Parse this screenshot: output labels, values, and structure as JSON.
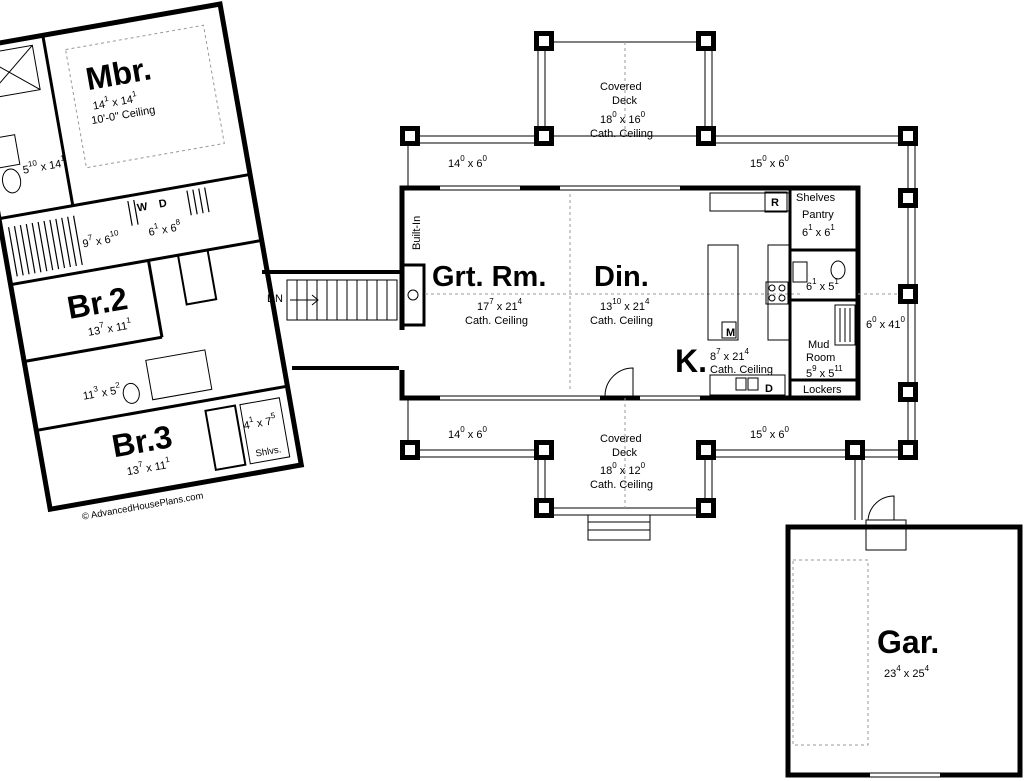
{
  "rooms": {
    "mbr": {
      "name": "Mbr.",
      "w": "14",
      "w_in": "1",
      "d": "14",
      "d_in": "1",
      "note": "10'-0\" Ceiling"
    },
    "mbath": {
      "w": "5",
      "w_in": "10",
      "d": "14",
      "d_in": "1"
    },
    "wic1": {
      "w": "9",
      "w_in": "7",
      "d": "6",
      "d_in": "10"
    },
    "wic2": {
      "w": "6",
      "w_in": "1",
      "d": "6",
      "d_in": "8"
    },
    "washer": "W",
    "dryer": "D",
    "br2": {
      "name": "Br.2",
      "w": "13",
      "w_in": "7",
      "d": "11",
      "d_in": "1"
    },
    "bath2": {
      "w": "11",
      "w_in": "3",
      "d": "5",
      "d_in": "2"
    },
    "br3": {
      "name": "Br.3",
      "w": "13",
      "w_in": "7",
      "d": "11",
      "d_in": "1"
    },
    "closet3": {
      "w": "4",
      "w_in": "1",
      "d": "7",
      "d_in": "5"
    },
    "shelves3": "Shlvs.",
    "stair_dn": "DN",
    "builtin": "Built-In",
    "grt": {
      "name": "Grt. Rm.",
      "w": "17",
      "w_in": "7",
      "d": "21",
      "d_in": "4",
      "note": "Cath. Ceiling"
    },
    "din": {
      "name": "Din.",
      "w": "13",
      "w_in": "10",
      "d": "21",
      "d_in": "4",
      "note": "Cath. Ceiling"
    },
    "kit": {
      "name": "K.",
      "w": "8",
      "w_in": "7",
      "d": "21",
      "d_in": "4",
      "note": "Cath. Ceiling"
    },
    "microwave": "M",
    "dishwasher": "D",
    "fridge": "R",
    "shelves": "Shelves",
    "pantry": {
      "name": "Pantry",
      "w": "6",
      "w_in": "1",
      "d": "6",
      "d_in": "1"
    },
    "bath_small": {
      "w": "6",
      "w_in": "1",
      "d": "5",
      "d_in": "1"
    },
    "mud": {
      "name1": "Mud",
      "name2": "Room",
      "w": "5",
      "w_in": "9",
      "d": "5",
      "d_in": "11"
    },
    "lockers": "Lockers",
    "side_porch": {
      "w": "6",
      "w_in": "0",
      "d": "41",
      "d_in": "0"
    },
    "deck_top": {
      "name1": "Covered",
      "name2": "Deck",
      "w": "18",
      "w_in": "0",
      "d": "16",
      "d_in": "0",
      "note": "Cath. Ceiling"
    },
    "deck_bot": {
      "name1": "Covered",
      "name2": "Deck",
      "w": "18",
      "w_in": "0",
      "d": "12",
      "d_in": "0",
      "note": "Cath. Ceiling"
    },
    "porch_tl": {
      "w": "14",
      "w_in": "0",
      "d": "6",
      "d_in": "0"
    },
    "porch_tr": {
      "w": "15",
      "w_in": "0",
      "d": "6",
      "d_in": "0"
    },
    "porch_bl": {
      "w": "14",
      "w_in": "0",
      "d": "6",
      "d_in": "0"
    },
    "porch_br": {
      "w": "15",
      "w_in": "0",
      "d": "6",
      "d_in": "0"
    },
    "gar": {
      "name": "Gar.",
      "w": "23",
      "w_in": "4",
      "d": "25",
      "d_in": "4"
    }
  },
  "copyright": "© AdvancedHousePlans.com"
}
